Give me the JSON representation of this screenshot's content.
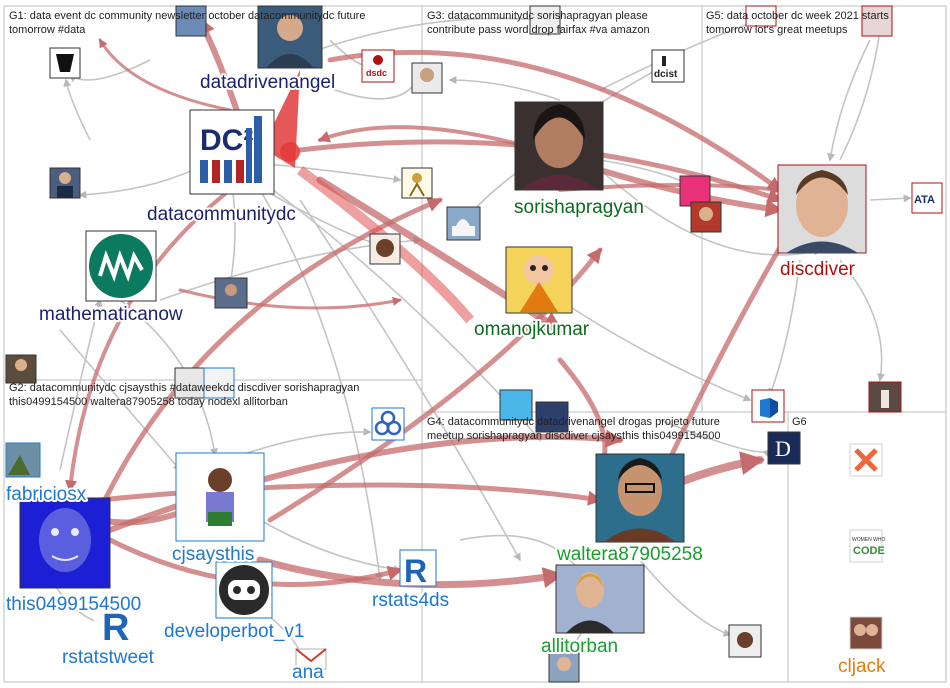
{
  "groups": {
    "g1": {
      "title_line1": "G1: data event dc community newsletter october datacommunitydc future",
      "title_line2": "tomorrow #data"
    },
    "g2": {
      "title_line1": "G2: datacommunitydc cjsaysthis #dataweekdc discdiver sorishapragyan",
      "title_line2": "this0499154500 waltera87905258 today nodexl allitorban"
    },
    "g3": {
      "title_line1": "G3: datacommunitydc sorishapragyan please",
      "title_line2": "contribute pass word drop fairfax #va amazon"
    },
    "g4": {
      "title_line1": "G4: datacommunitydc datadrivenangel drogas projeto future",
      "title_line2": "meetup sorishapragyan discdiver cjsaysthis this0499154500"
    },
    "g5": {
      "title_line1": "G5: data october dc week 2021 starts",
      "title_line2": "tomorrow lot's great meetups"
    },
    "g6": {
      "title_line1": "G6"
    }
  },
  "nodes": {
    "datadrivenangel": "datadrivenangel",
    "datacommunitydc": "datacommunitydc",
    "mathematicanow": "mathematicanow",
    "sorishapragyan": "sorishapragyan",
    "omanojkumar": "omanojkumar",
    "discdiver": "discdiver",
    "fabriciosx": "fabriciosx",
    "this0499154500": "this0499154500",
    "cjsaysthis": "cjsaysthis",
    "developerbot_v1": "developerbot_v1",
    "rstatstweet": "rstatstweet",
    "rstats4ds": "rstats4ds",
    "ana": "ana",
    "waltera87905258": "waltera87905258",
    "allitorban": "allitorban",
    "cljack": "cljack"
  },
  "avatars": {
    "dc2_logo": "DC²",
    "dsdc_logo": "dsdc",
    "dcist_logo": "dcist",
    "ata_logo": "ATA",
    "d_logo": "D",
    "code_logo_line1": "WOMEN WHO",
    "code_logo_line2": "CODE",
    "r_logo": "R"
  },
  "colors": {
    "edge_gray": "#c4c4c4",
    "edge_red": "#c66b6b",
    "edge_red_strong": "#e23a3a",
    "navy": "#1a1f6e",
    "green": "#0d6b1f",
    "red": "#b01010",
    "blue": "#1e78d0",
    "orange": "#e87b0c"
  }
}
